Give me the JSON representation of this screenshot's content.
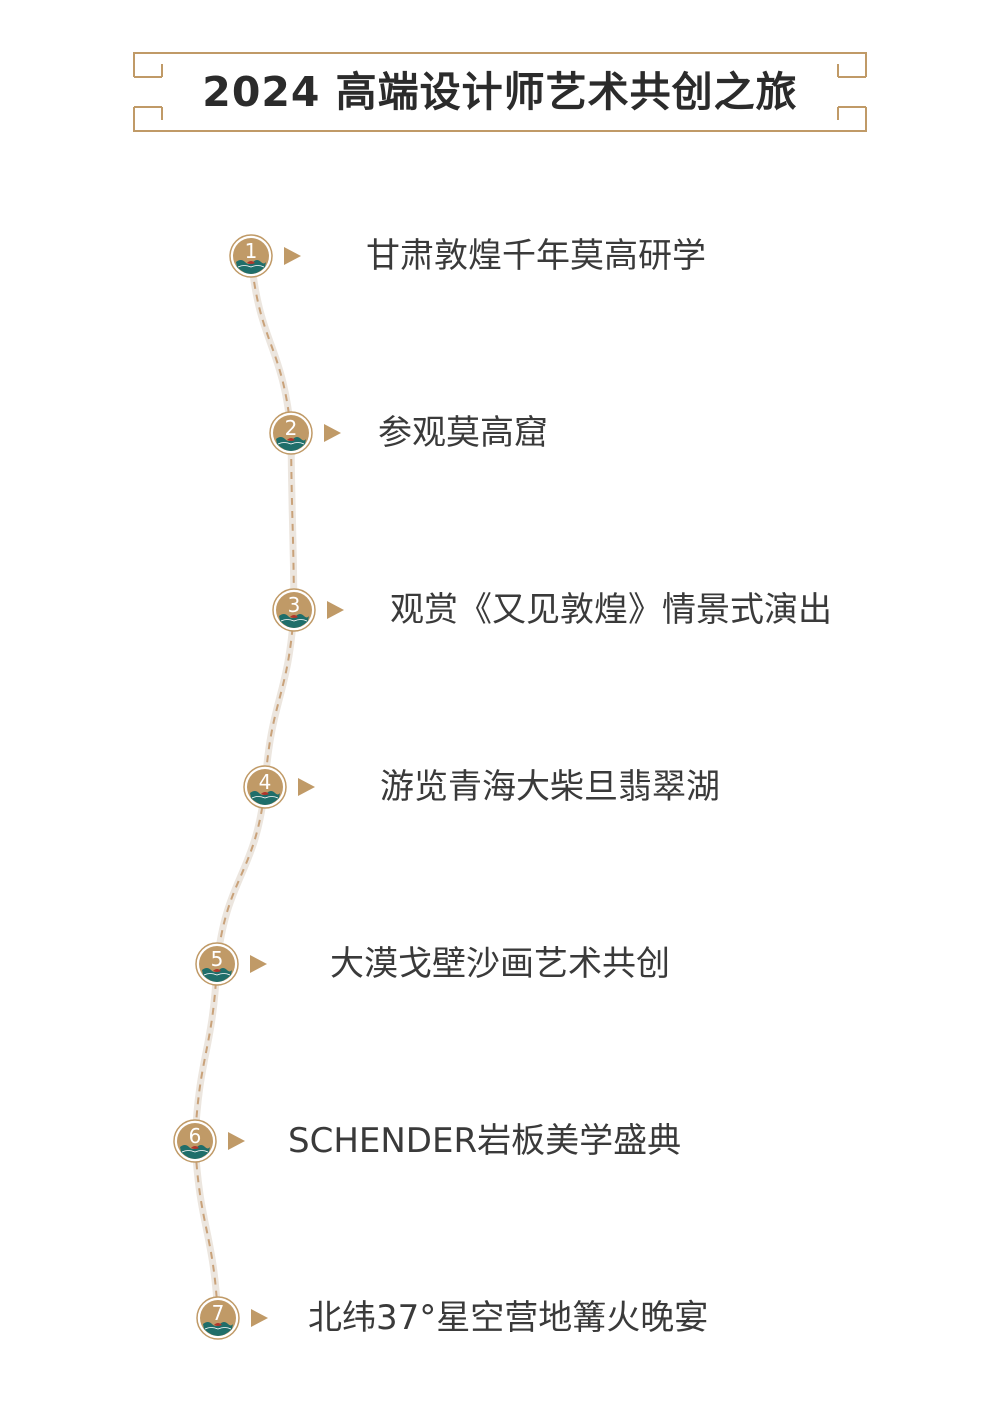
{
  "title": "2024 高端设计师艺术共创之旅",
  "colors": {
    "accent_gold": "#c09a67",
    "path_dash": "#c9a27a",
    "path_shadow": "#ece6df",
    "text_dark": "#2b2b2b",
    "badge_wave_teal": "#1f6e6a",
    "badge_wave_red": "#b0362c"
  },
  "steps": [
    {
      "number": "1",
      "label": "甘肃敦煌千年莫高研学"
    },
    {
      "number": "2",
      "label": "参观莫高窟"
    },
    {
      "number": "3",
      "label": "观赏《又见敦煌》情景式演出"
    },
    {
      "number": "4",
      "label": "游览青海大柴旦翡翠湖"
    },
    {
      "number": "5",
      "label": "大漠戈壁沙画艺术共创"
    },
    {
      "number": "6",
      "label": "SCHENDER岩板美学盛典"
    },
    {
      "number": "7",
      "label": "北纬37°星空营地篝火晚宴"
    }
  ],
  "icons": {
    "badge": "numbered-medallion-icon",
    "pointer": "triangle-pointer-icon"
  }
}
